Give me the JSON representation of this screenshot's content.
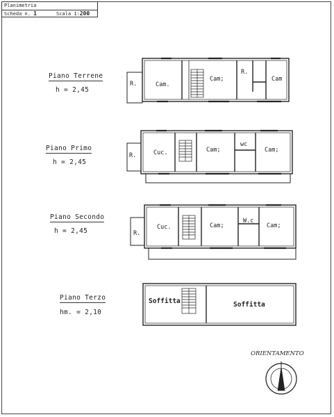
{
  "header": {
    "title": "Planimetria",
    "sheet_label": "Scheda n.",
    "sheet_number": "1",
    "scale_label": "Scala 1:",
    "scale_value": "200"
  },
  "floors": [
    {
      "name": "Piano Terrene",
      "height": "h = 2,45",
      "rooms": [
        "R.",
        "Cam.",
        "Cam;",
        "R.",
        "Cam"
      ]
    },
    {
      "name": "Piano Primo",
      "height": "h = 2,45",
      "rooms": [
        "R.",
        "Cuc.",
        "Cam;",
        "wc",
        "Cam;"
      ]
    },
    {
      "name": "Piano Secondo",
      "height": "h = 2,45",
      "rooms": [
        "R.",
        "Cuc.",
        "Cam;",
        "W.c",
        "Cam;"
      ]
    },
    {
      "name": "Piano Terzo",
      "height": "hm. = 2,10",
      "rooms": [
        "Soffitta",
        "Soffitta"
      ]
    }
  ],
  "orientation": {
    "label": "ORIENTAMENTO",
    "icon": "compass-icon"
  }
}
